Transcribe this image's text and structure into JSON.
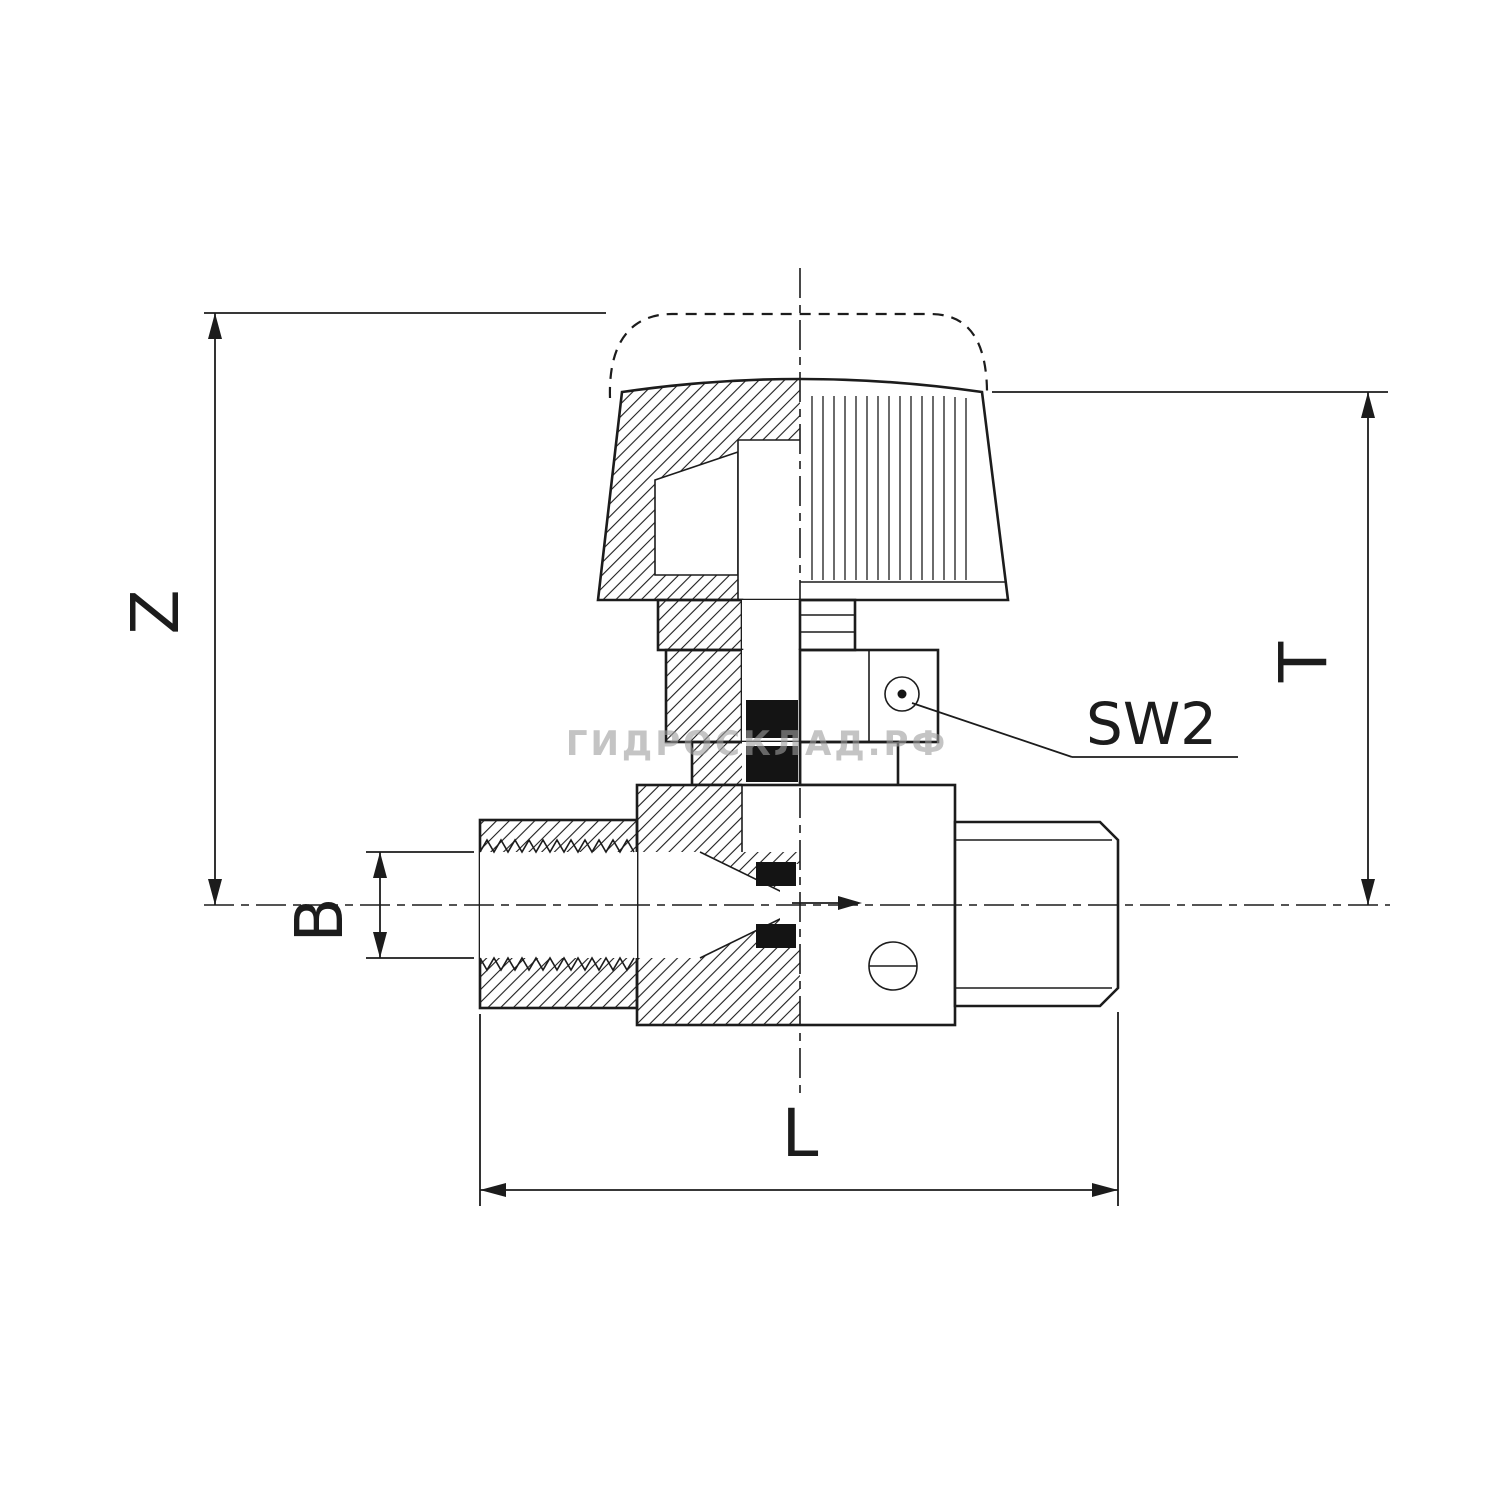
{
  "drawing": {
    "watermark": "ГИДРОСКЛАД.РФ",
    "dimension_labels": {
      "z": "Z",
      "t": "T",
      "b": "B",
      "l": "L"
    },
    "callout_sw2": "SW2",
    "colors": {
      "line": "#1c1c1c",
      "watermark": "#9e9e9e",
      "background": "#ffffff"
    }
  }
}
